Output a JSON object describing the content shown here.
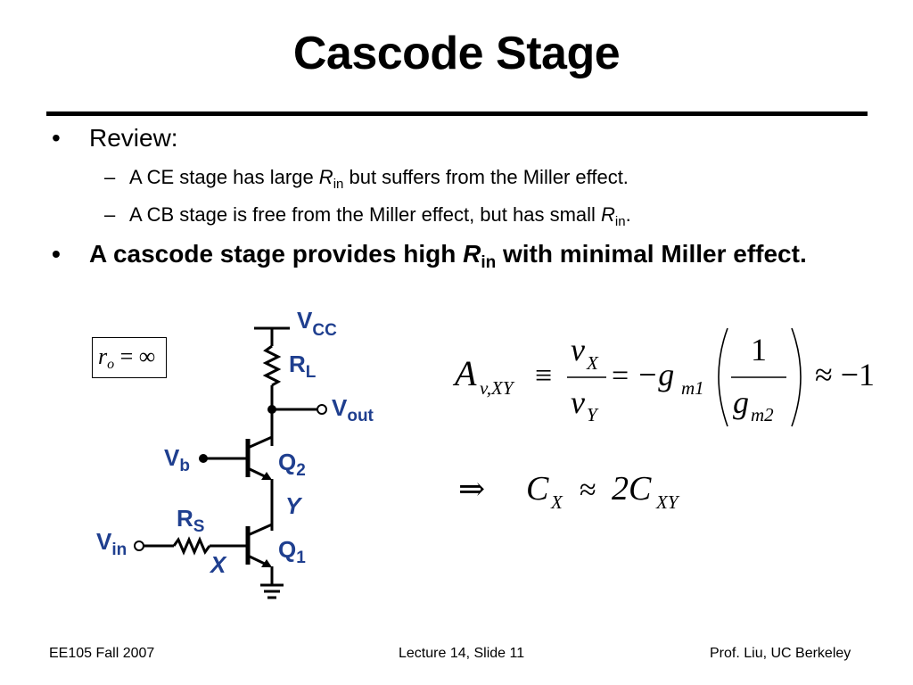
{
  "slide": {
    "title": "Cascode Stage"
  },
  "bullets": {
    "review": "Review:",
    "sub1": {
      "before": "A CE stage has large ",
      "var": "R",
      "sub": "in",
      "after": " but suffers from the Miller effect."
    },
    "sub2": {
      "before": "A CB stage is free from the Miller effect, but has small ",
      "var": "R",
      "sub": "in",
      "after": "."
    },
    "main": {
      "before": "A cascode stage provides high ",
      "var": "R",
      "sub": "in",
      "after": " with minimal Miller effect."
    },
    "bullet_glyph": "•",
    "dash_glyph": "–"
  },
  "assumption": {
    "var": "r",
    "sub": "o",
    "rest": " = ∞"
  },
  "circuit": {
    "vcc": "V",
    "vcc_sub": "CC",
    "rl": "R",
    "rl_sub": "L",
    "vout": "V",
    "vout_sub": "out",
    "vb": "V",
    "vb_sub": "b",
    "q2": "Q",
    "q2_sub": "2",
    "y": "Y",
    "rs": "R",
    "rs_sub": "S",
    "vin": "V",
    "vin_sub": "in",
    "x": "X",
    "q1": "Q",
    "q1_sub": "1",
    "color": "#1f3f8f"
  },
  "equations": {
    "lhs_A": "A",
    "lhs_sub": "v,XY",
    "equiv": "≡",
    "num_v": "v",
    "num_sub": "X",
    "den_v": "v",
    "den_sub": "Y",
    "eq": "=",
    "minus_g": "−g",
    "gm1_sub": "m1",
    "one": "1",
    "g": "g",
    "gm2_sub": "m2",
    "approx_result": "≈ −1",
    "implies": "⇒",
    "cx": "C",
    "cx_sub": "X",
    "approx": "≈",
    "two_c": "2C",
    "cxy_sub": "XY"
  },
  "footer": {
    "left": "EE105 Fall 2007",
    "center": "Lecture 14, Slide 11",
    "right": "Prof. Liu, UC Berkeley"
  }
}
